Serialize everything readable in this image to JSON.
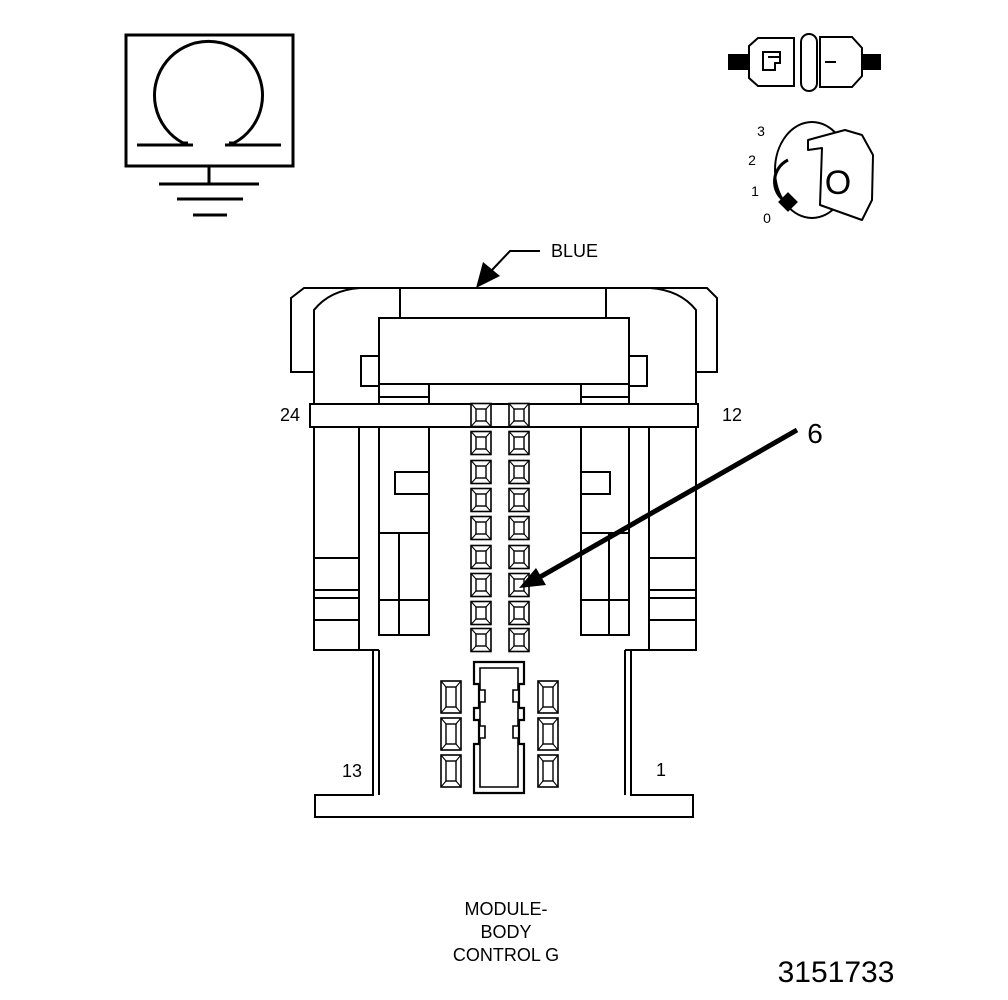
{
  "colors": {
    "ink": "#000000",
    "paper": "#ffffff"
  },
  "icons": [
    "ohmmeter-ground-icon",
    "connector-disconnect-icon",
    "ignition-key-off-icon"
  ],
  "ignition": {
    "positions": [
      "3",
      "2",
      "1",
      "0"
    ],
    "key_label": "O"
  },
  "connector": {
    "color_label": "BLUE",
    "pin_labels": {
      "top_left": "24",
      "top_right": "12",
      "bottom_left": "13",
      "bottom_right": "1"
    },
    "callout": "6"
  },
  "caption": {
    "lines": [
      "MODULE-",
      "BODY",
      "CONTROL G"
    ]
  },
  "figure_number": "3151733"
}
